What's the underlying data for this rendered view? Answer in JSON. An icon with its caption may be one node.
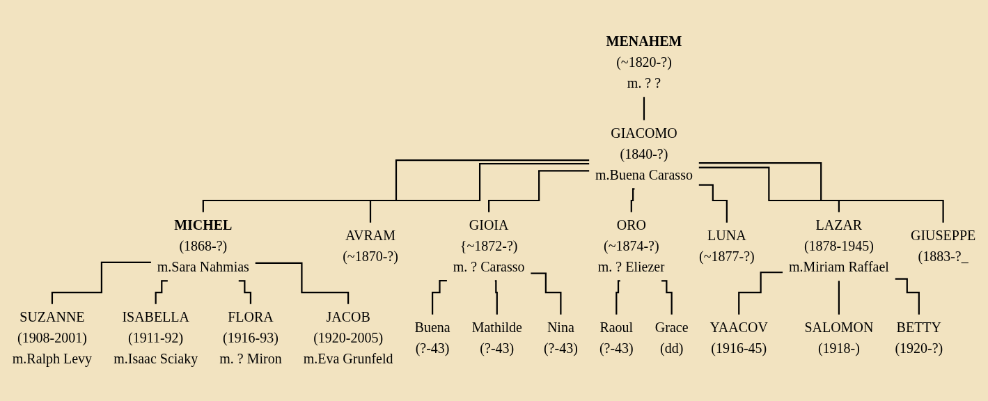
{
  "diagram": {
    "nodes": [
      {
        "text": [
          "MENAHEM",
          "(~1820-?)",
          "m. ? ?"
        ]
      },
      {
        "text": [
          "GIACOMO",
          "(1840-?)",
          "m.Buena Carasso"
        ]
      },
      {
        "text": [
          "MICHEL",
          "(1868-?)",
          "m.Sara Nahmias"
        ]
      },
      {
        "text": [
          "AVRAM",
          "(~1870-?)"
        ]
      },
      {
        "text": [
          "GIOIA",
          "{~1872-?)",
          "m. ? Carasso"
        ]
      },
      {
        "text": [
          "ORO",
          "(~1874-?)",
          "m. ? Eliezer"
        ]
      },
      {
        "text": [
          "LUNA",
          "(~1877-?)"
        ]
      },
      {
        "text": [
          "LAZAR",
          "(1878-1945)",
          "m.Miriam Raffael"
        ]
      },
      {
        "text": [
          "GIUSEPPE",
          "(1883-?_"
        ]
      },
      {
        "text": [
          "SUZANNE",
          "(1908-2001)",
          "m.Ralph Levy"
        ]
      },
      {
        "text": [
          "ISABELLA",
          "(1911-92)",
          "m.Isaac Sciaky"
        ]
      },
      {
        "text": [
          "FLORA",
          "(1916-93)",
          "m. ? Miron"
        ]
      },
      {
        "text": [
          "JACOB",
          "(1920-2005)",
          "m.Eva Grunfeld"
        ]
      },
      {
        "text": [
          "Buena",
          "(?-43)"
        ]
      },
      {
        "text": [
          "Mathilde",
          "(?-43)"
        ]
      },
      {
        "text": [
          "Nina",
          "(?-43)"
        ]
      },
      {
        "text": [
          "Raoul",
          "(?-43)"
        ]
      },
      {
        "text": [
          "Grace",
          "(dd)"
        ]
      },
      {
        "text": [
          "YAACOV",
          "(1916-45)"
        ]
      },
      {
        "text": [
          "SALOMON",
          "(1918-)"
        ]
      },
      {
        "text": [
          "BETTY",
          "(1920-?)"
        ]
      }
    ],
    "edges": [
      {
        "from": 0,
        "to": 1,
        "arrow": "none"
      },
      {
        "from": 1,
        "to": 2,
        "arrow": "none"
      },
      {
        "from": 1,
        "to": 3,
        "arrow": "none"
      },
      {
        "from": 1,
        "to": 4,
        "arrow": "none"
      },
      {
        "from": 1,
        "to": 5,
        "arrow": "none"
      },
      {
        "from": 1,
        "to": 6,
        "arrow": "none"
      },
      {
        "from": 1,
        "to": 7,
        "arrow": "none"
      },
      {
        "from": 1,
        "to": 8,
        "arrow": "none"
      },
      {
        "from": 2,
        "to": 9,
        "arrow": "none"
      },
      {
        "from": 2,
        "to": 10,
        "arrow": "none"
      },
      {
        "from": 2,
        "to": 11,
        "arrow": "none"
      },
      {
        "from": 2,
        "to": 12,
        "arrow": "none"
      },
      {
        "from": 4,
        "to": 13,
        "arrow": "none"
      },
      {
        "from": 4,
        "to": 14,
        "arrow": "none"
      },
      {
        "from": 4,
        "to": 15,
        "arrow": "none"
      },
      {
        "from": 5,
        "to": 16,
        "arrow": "none"
      },
      {
        "from": 5,
        "to": 17,
        "arrow": "none"
      },
      {
        "from": 7,
        "to": 18,
        "arrow": "none"
      },
      {
        "from": 7,
        "to": 19,
        "arrow": "none"
      },
      {
        "from": 7,
        "to": 20,
        "arrow": "none"
      }
    ]
  }
}
